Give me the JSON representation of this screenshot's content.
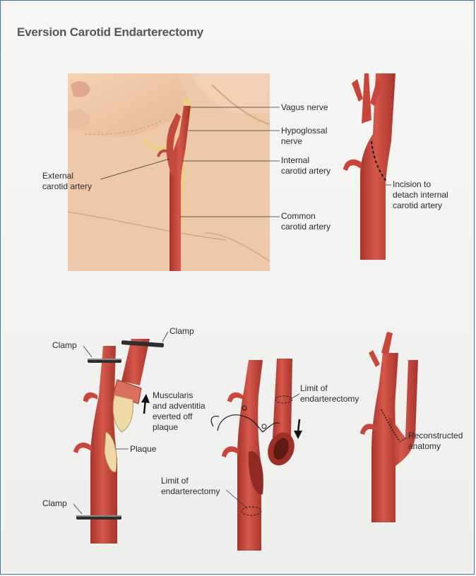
{
  "title": "Eversion Carotid Endarterectomy",
  "panel1": {
    "vagus": "Vagus nerve",
    "hypoglossal_1": "Hypoglossal",
    "hypoglossal_2": "nerve",
    "internal_1": "Internal",
    "internal_2": "carotid artery",
    "common_1": "Common",
    "common_2": "carotid artery",
    "external_1": "External",
    "external_2": "carotid artery"
  },
  "panel2": {
    "incision_1": "Incision to",
    "incision_2": "detach internal",
    "incision_3": "carotid artery"
  },
  "panel3": {
    "clamp_top_left": "Clamp",
    "clamp_top_right": "Clamp",
    "clamp_bottom": "Clamp",
    "muscularis_1": "Muscularis",
    "muscularis_2": "and adventitia",
    "muscularis_3": "everted off",
    "muscularis_4": "plaque",
    "plaque": "Plaque"
  },
  "panel4": {
    "limit_top_1": "Limit of",
    "limit_top_2": "endarterectomy",
    "limit_bottom_1": "Limit of",
    "limit_bottom_2": "endarterectomy"
  },
  "panel5": {
    "recon_1": "Reconstructed",
    "recon_2": "anatomy"
  },
  "colors": {
    "artery": "#c9453a",
    "artery_dark": "#9e2f27",
    "artery_light": "#e0776a",
    "nerve": "#e8d27a",
    "skin": "#f0c9a8",
    "skin_shadow": "#d9a582",
    "plaque": "#efd9a6"
  }
}
